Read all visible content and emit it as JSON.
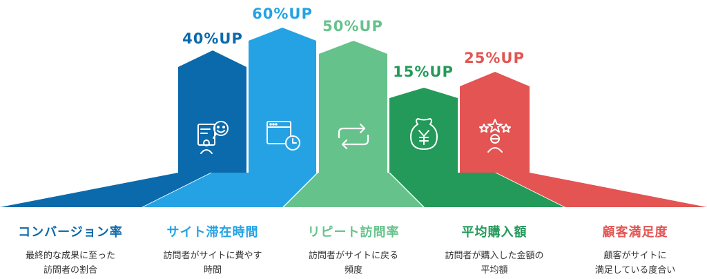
{
  "colors": {
    "col1": "#0b6aab",
    "col2": "#24a2e3",
    "col3": "#66c28b",
    "col4": "#239a59",
    "col5": "#e35452"
  },
  "columns": [
    {
      "percent": "40%UP",
      "label": "コンバージョン率",
      "description": "最終的な成果に至った\n訪問者の割合",
      "icon": "chat-person-icon"
    },
    {
      "percent": "60%UP",
      "label": "サイト滞在時間",
      "description": "訪問者がサイトに費やす\n時間",
      "icon": "browser-clock-icon"
    },
    {
      "percent": "50%UP",
      "label": "リピート訪問率",
      "description": "訪問者がサイトに戻る\n頻度",
      "icon": "repeat-arrows-icon"
    },
    {
      "percent": "15%UP",
      "label": "平均購入額",
      "description": "訪問者が購入した金額の\n平均額",
      "icon": "yen-bag-icon"
    },
    {
      "percent": "25%UP",
      "label": "顧客満足度",
      "description": "顧客がサイトに\n満足している度合い",
      "icon": "stars-person-icon"
    }
  ]
}
